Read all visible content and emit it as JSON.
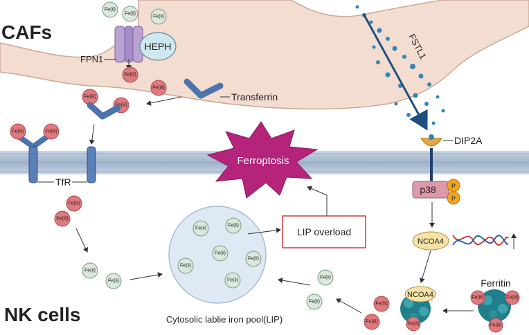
{
  "labels": {
    "cafs": "CAFs",
    "nk_cells": "NK cells",
    "fpn1": "FPN1",
    "heph": "HEPH",
    "transferrin": "Transferrin",
    "tfr": "TfR",
    "ferroptosis": "Ferroptosis",
    "lip_overload": "LIP overload",
    "lip_pool": "Cytosolic lablie iron pool(LIP)",
    "fstl1": "FSTL1",
    "dip2a": "DIP2A",
    "p38": "p38",
    "phospho": "P",
    "ncoa4": "NCOA4",
    "ferritin": "Ferritin",
    "ion_fe2": "Fe(ii)",
    "ion_fe3": "Fe(iii)"
  },
  "colors": {
    "caf_cell": "#f3ddd0",
    "caf_outline": "#c9a898",
    "membrane": "#b4c4d8",
    "ferroptosis": "#b3247a",
    "lip_box_border": "#d23a3a",
    "fe2_fill": "#dbe8dc",
    "fe3_fill": "#e0787d",
    "receptor": "#5b7fb8",
    "fstl1_dots": "#2f86b8",
    "p38": "#d99aa9",
    "phospho": "#f2a41f",
    "ncoa4": "#f6e2a6",
    "ferritin": "#1f7f8a"
  }
}
